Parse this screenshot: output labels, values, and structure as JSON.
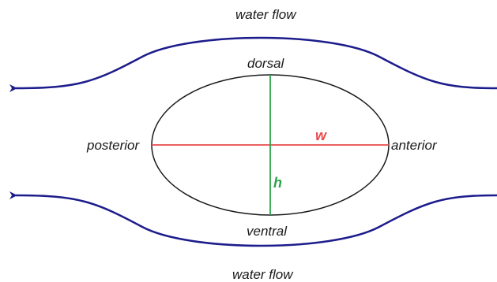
{
  "labels": {
    "top_flow": "water flow",
    "bottom_flow": "water flow",
    "dorsal": "dorsal",
    "ventral": "ventral",
    "posterior": "posterior",
    "anterior": "anterior",
    "width": "w",
    "height": "h"
  },
  "colors": {
    "flow": "#1c1c8c",
    "body_outline": "#1a1a1a",
    "width_axis": "#e84a4a",
    "height_axis": "#2aa44a",
    "text": "#1a1a1a"
  }
}
